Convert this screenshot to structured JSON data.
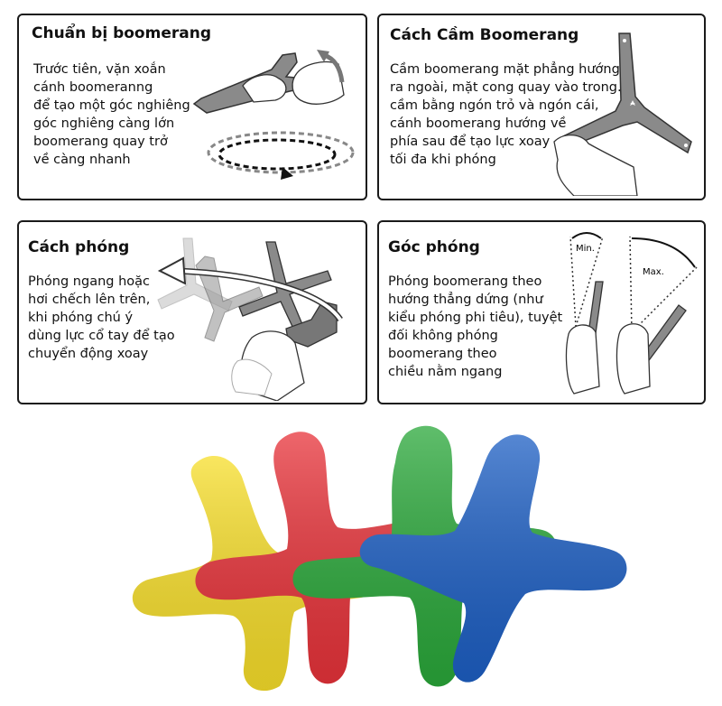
{
  "panels": {
    "prepare": {
      "title": "Chuẩn bị boomerang",
      "lines": [
        "Trước tiên, vặn xoắn",
        "cánh boomeranng",
        "để tạo một góc nghiêng",
        "góc nghiêng càng lớn",
        "boomerang quay trở",
        "về càng nhanh"
      ]
    },
    "hold": {
      "title": "Cách Cầm Boomerang",
      "lines": [
        "Cầm boomerang mặt phẳng hướng",
        "ra ngoài, mặt cong quay vào trong.",
        "cầm  bằng ngón trỏ và ngón cái,",
        "cánh boomerang hướng về",
        "phía sau để tạo lực xoay",
        "tối đa khi phóng"
      ]
    },
    "throw": {
      "title": "Cách phóng",
      "lines": [
        "Phóng ngang hoặc",
        "hơi chếch lên trên,",
        "khi phóng chú ý",
        "dùng lực cổ tay để tạo",
        "chuyển động xoay"
      ]
    },
    "angle": {
      "title": "Góc phóng",
      "lines": [
        "Phóng boomerang theo",
        "hướng thẳng dứng (như",
        "kiểu phóng phi tiêu), tuyệt",
        "đối không phóng",
        "boomerang theo",
        "chiều nằm ngang"
      ],
      "min_label": "Min.",
      "max_label": "Max."
    }
  },
  "colors": {
    "yellow": "#f7de2a",
    "red": "#e8333a",
    "green": "#2aa83a",
    "blue": "#1d5fc4",
    "border": "#1a1a1a",
    "boomerang_gray": "#8a8a8a"
  }
}
